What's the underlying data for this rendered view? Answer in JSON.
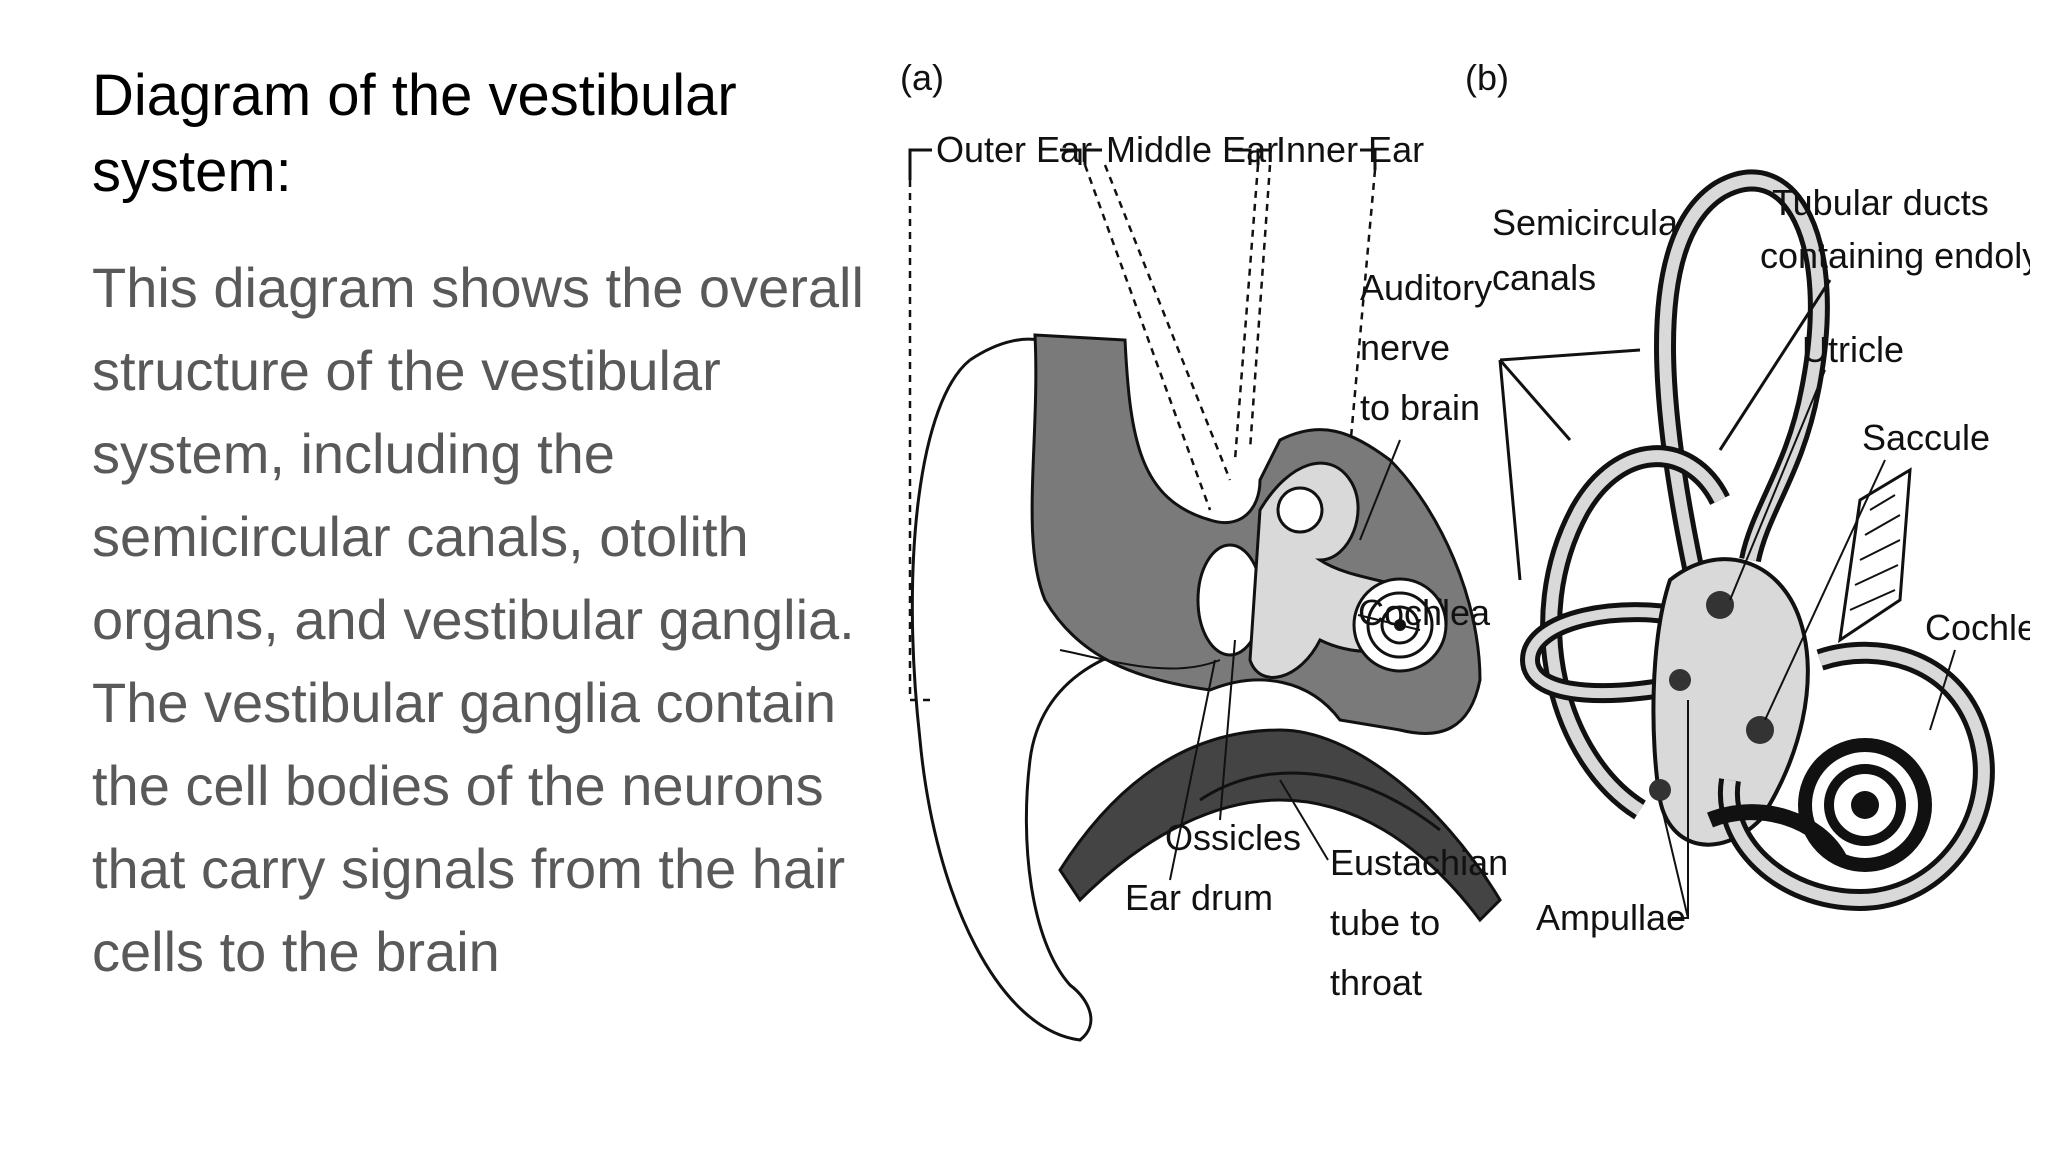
{
  "slide": {
    "title": "Diagram of the vestibular system:",
    "body": "This diagram shows the overall structure of the vestibular system, including the semicircular canals, otolith organs, and vestibular ganglia. The vestibular ganglia contain the cell bodies of the neurons that carry signals from the hair cells to the brain"
  },
  "figure_a": {
    "panel_label": "(a)",
    "labels": {
      "outer_ear": "Outer Ear",
      "middle_ear": "Middle Ear",
      "inner_ear": "Inner Ear",
      "auditory_1": "Auditory",
      "auditory_2": "nerve",
      "auditory_3": "to brain",
      "cochlea": "Cochlea",
      "ossicles": "Ossicles",
      "ear_drum": "Ear drum",
      "eustachian_1": "Eustachian",
      "eustachian_2": "tube to",
      "eustachian_3": "throat"
    }
  },
  "figure_b": {
    "panel_label": "(b)",
    "labels": {
      "semicircular_1": "Semicircular",
      "semicircular_2": "canals",
      "tubular_1": "Tubular ducts",
      "tubular_2": "containing endolymph",
      "utricle": "Utricle",
      "saccule": "Saccule",
      "cochlea": "Cochlea",
      "ampullae": "Ampullae"
    }
  },
  "colors": {
    "title": "#000000",
    "body": "#595959",
    "tissue": "#7a7a7a",
    "light_fill": "#d9d9d9"
  }
}
